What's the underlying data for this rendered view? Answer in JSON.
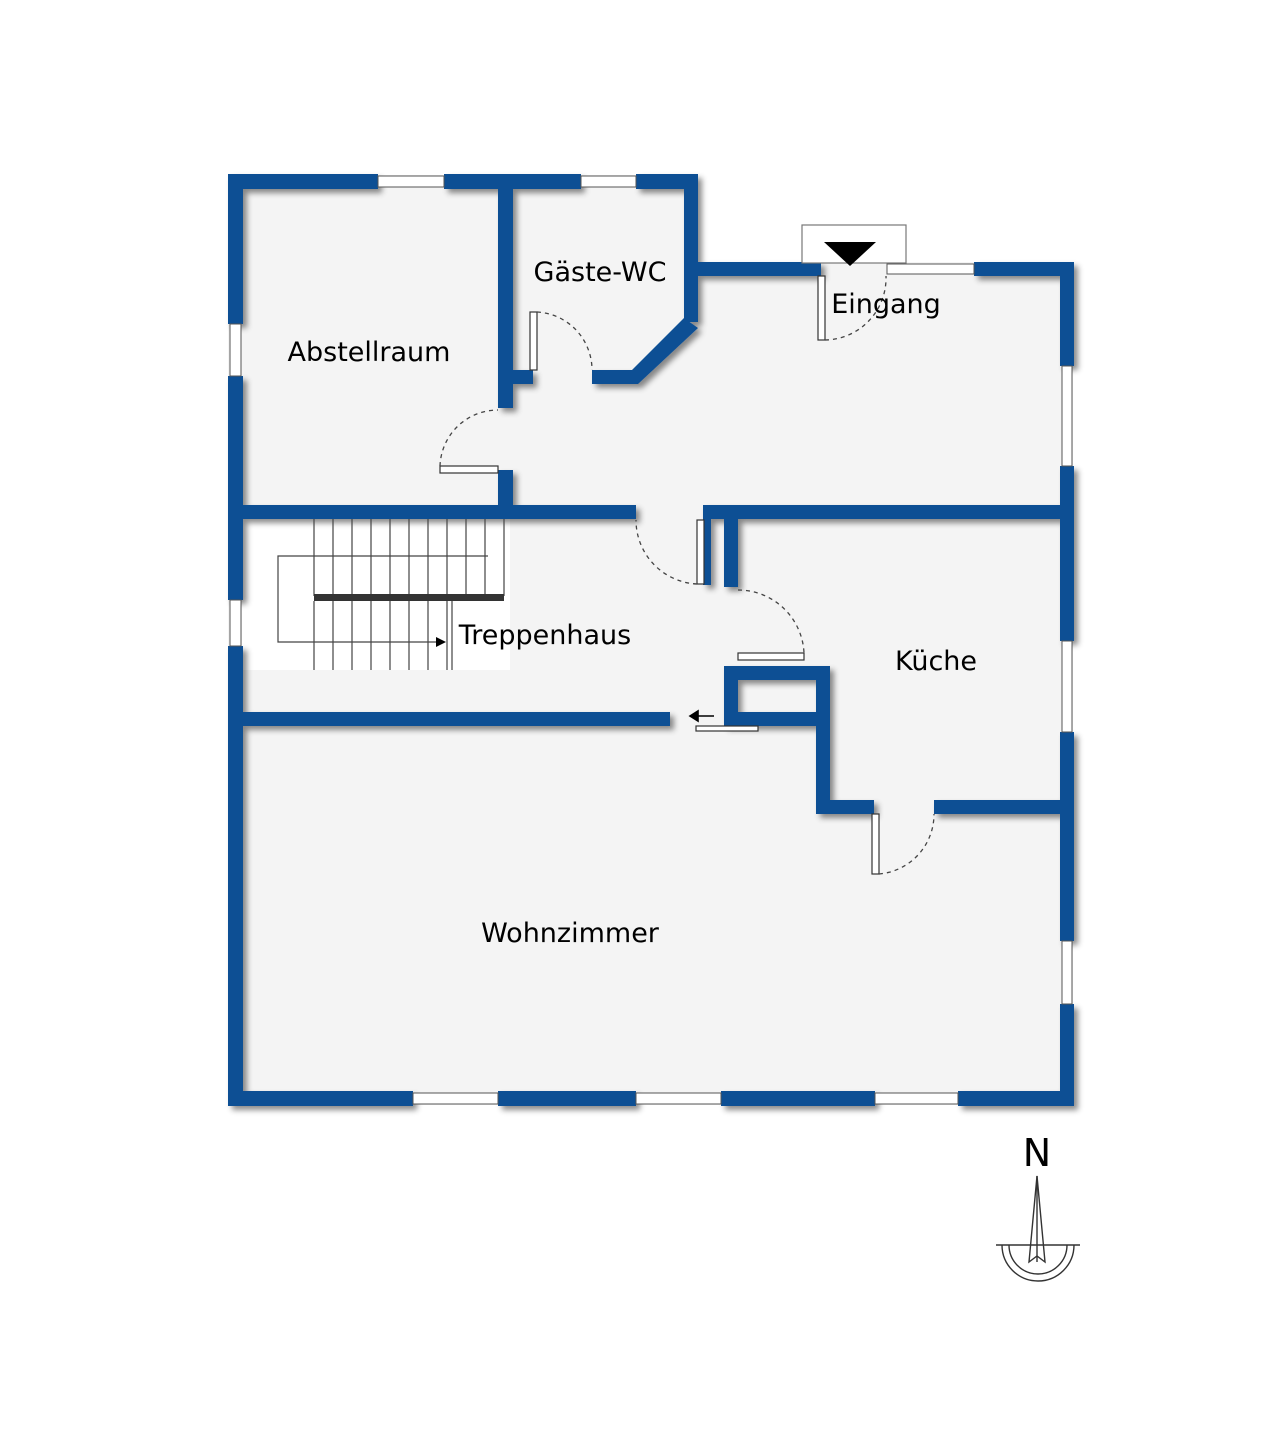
{
  "plan": {
    "rooms": [
      {
        "id": "abstellraum",
        "label": "Abstellraum"
      },
      {
        "id": "gaeste-wc",
        "label": "Gäste-WC"
      },
      {
        "id": "eingang",
        "label": "Eingang"
      },
      {
        "id": "treppenhaus",
        "label": "Treppenhaus"
      },
      {
        "id": "kueche",
        "label": "Küche"
      },
      {
        "id": "wohnzimmer",
        "label": "Wohnzimmer"
      }
    ],
    "compass": {
      "label": "N"
    },
    "colors": {
      "wall": "#0b4f94",
      "floor": "#f4f4f4",
      "background": "#ffffff",
      "window": "#ffffff",
      "lines": "#333333"
    }
  }
}
